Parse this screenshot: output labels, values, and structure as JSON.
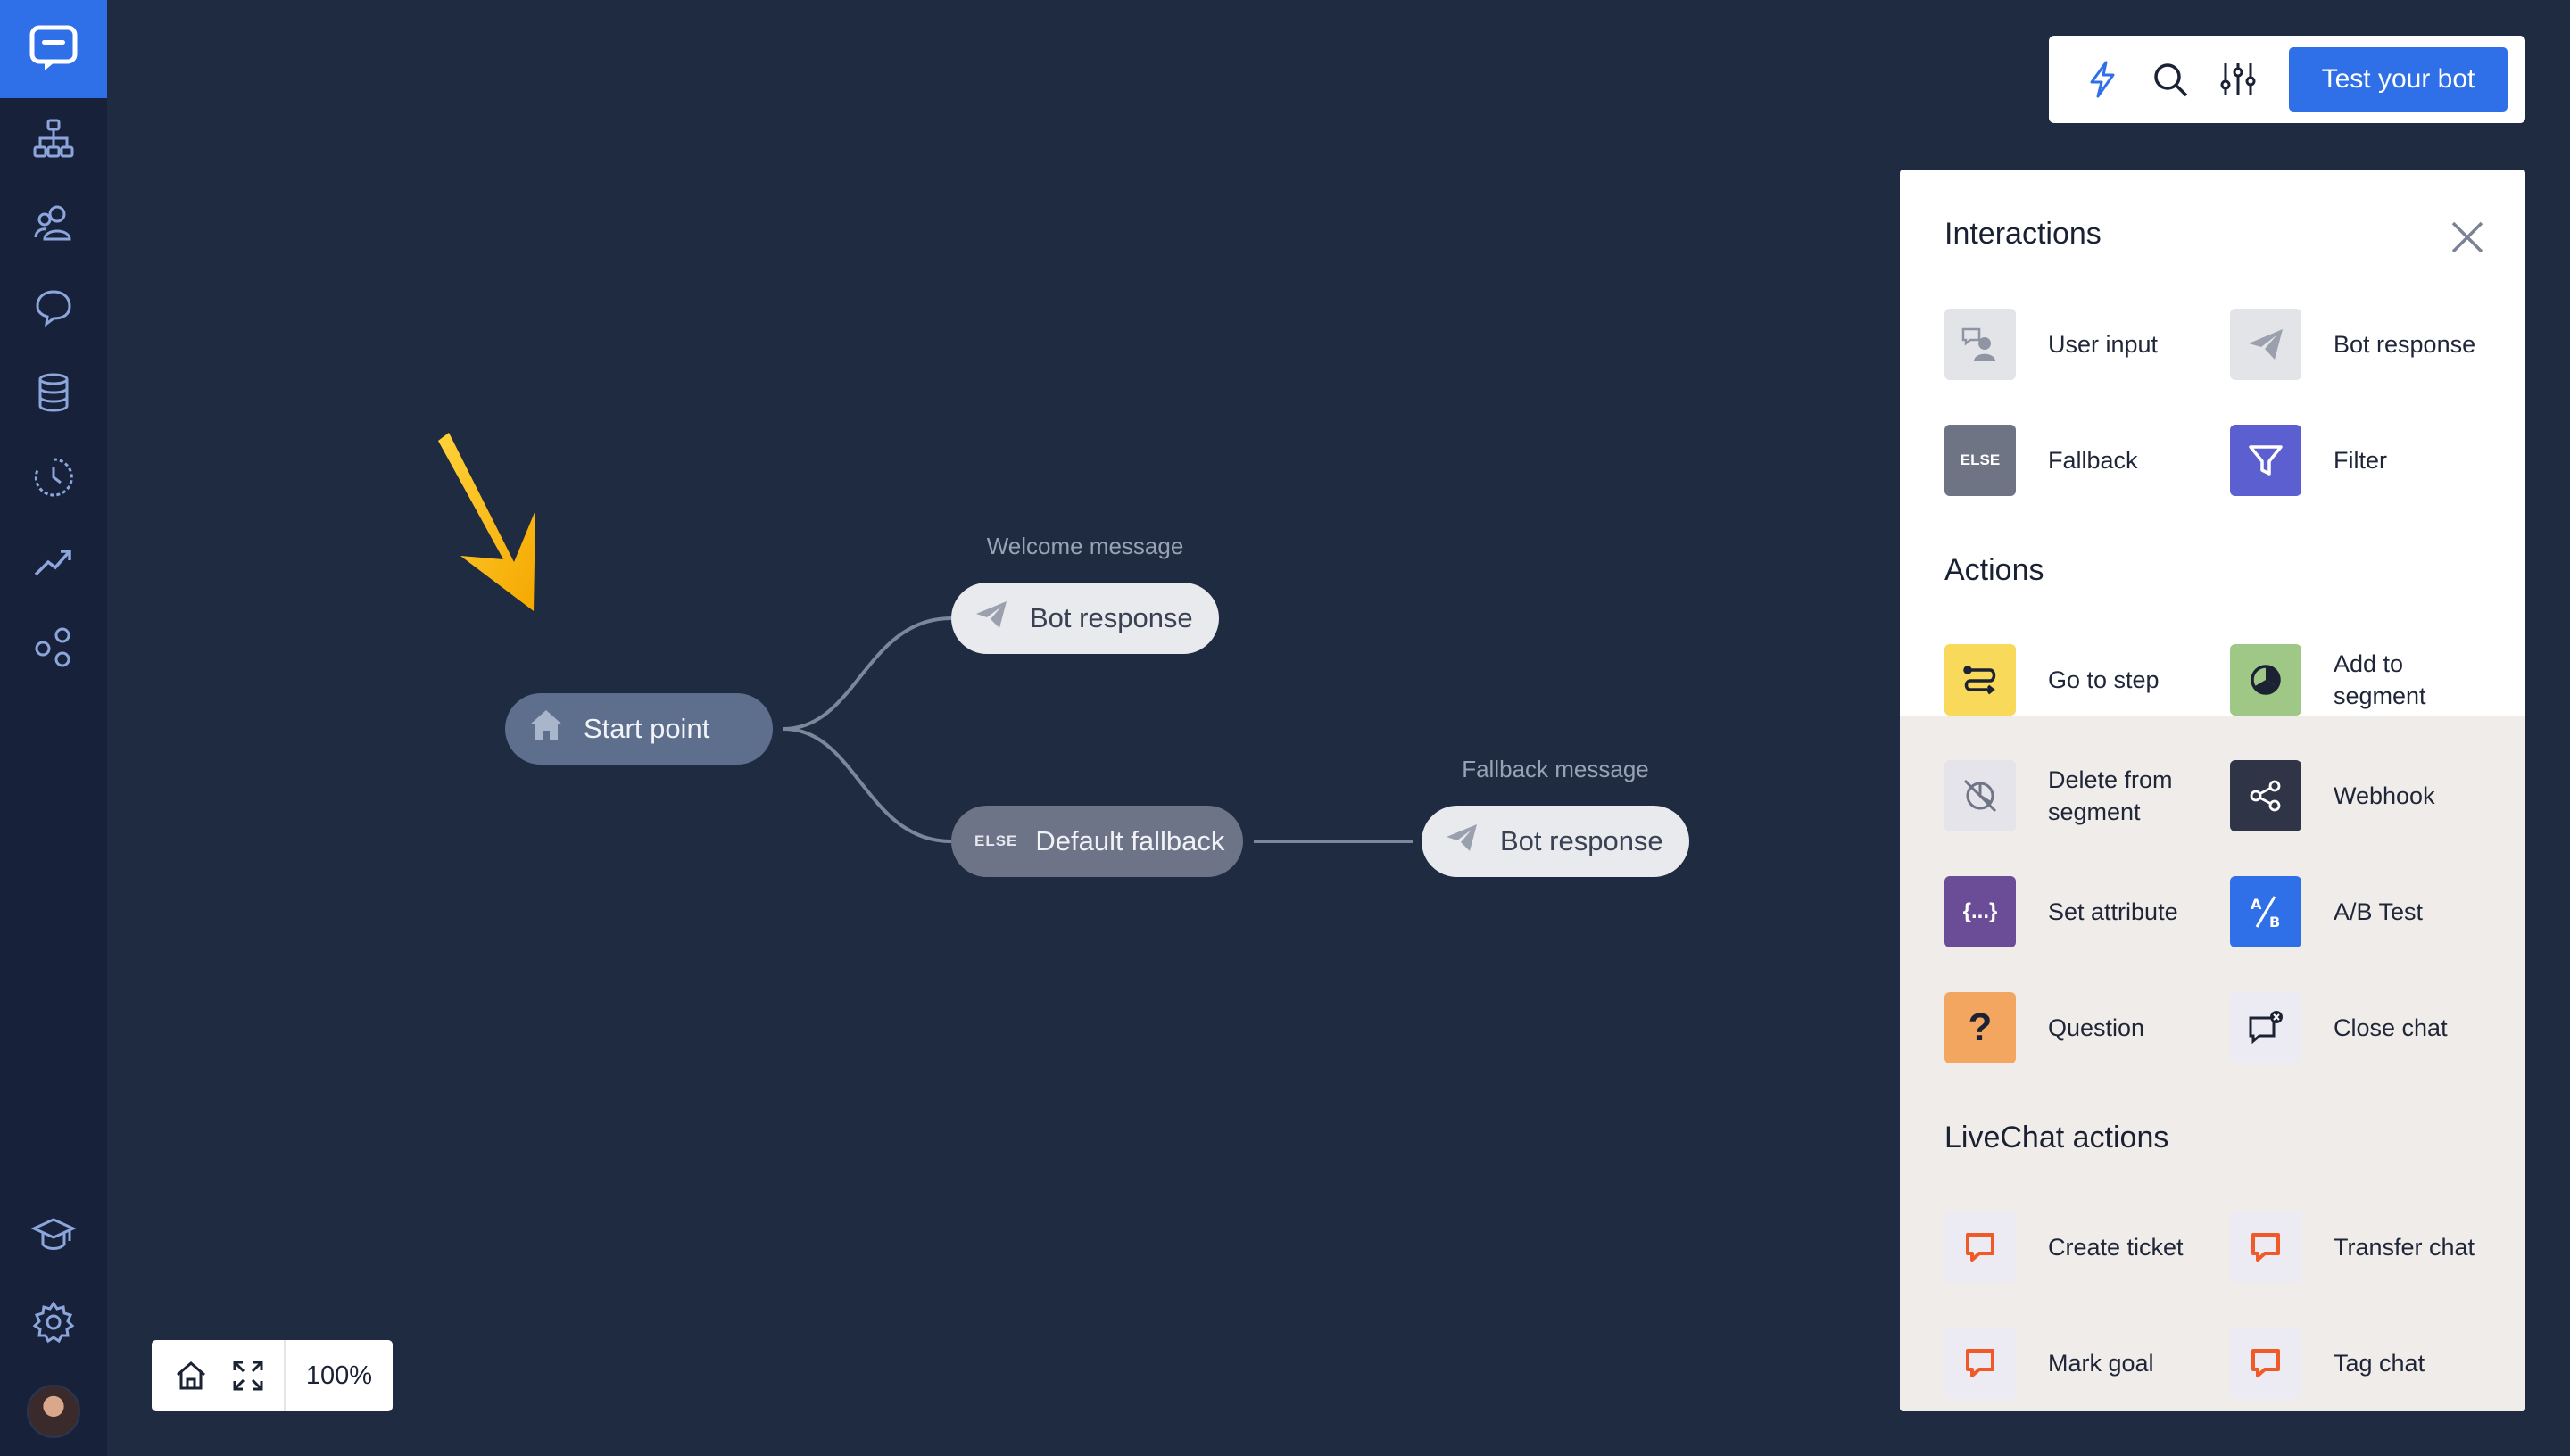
{
  "toolbar": {
    "test_button_label": "Test your bot",
    "icons": [
      "lightning-icon",
      "search-icon",
      "sliders-icon"
    ]
  },
  "sidebar": {
    "items": [
      {
        "name": "chatbot-logo-icon",
        "active": true
      },
      {
        "name": "stories-icon"
      },
      {
        "name": "audience-icon"
      },
      {
        "name": "responses-icon"
      },
      {
        "name": "database-icon"
      },
      {
        "name": "history-icon"
      },
      {
        "name": "reports-icon"
      },
      {
        "name": "integrations-icon"
      },
      {
        "name": "academy-icon"
      },
      {
        "name": "settings-icon"
      }
    ]
  },
  "canvas": {
    "start_node": {
      "label": "Start point"
    },
    "welcome": {
      "caption": "Welcome message",
      "label": "Bot response"
    },
    "default_fallback": {
      "tag": "ELSE",
      "label": "Default fallback"
    },
    "fallback": {
      "caption": "Fallback message",
      "label": "Bot response"
    }
  },
  "zoom": {
    "value": "100%"
  },
  "panel": {
    "sections": {
      "interactions": "Interactions",
      "actions": "Actions",
      "livechat": "LiveChat actions"
    },
    "interactions": [
      {
        "label": "User input",
        "icon": "user-input-icon"
      },
      {
        "label": "Bot response",
        "icon": "paper-plane-icon"
      },
      {
        "label": "Fallback",
        "icon": "else-icon",
        "tag": "ELSE"
      },
      {
        "label": "Filter",
        "icon": "filter-icon"
      }
    ],
    "actions": [
      {
        "label": "Go to step",
        "icon": "go-to-step-icon"
      },
      {
        "label": "Add to segment",
        "icon": "segment-add-icon"
      },
      {
        "label": "Delete from segment",
        "icon": "segment-delete-icon"
      },
      {
        "label": "Webhook",
        "icon": "webhook-icon"
      },
      {
        "label": "Set attribute",
        "icon": "attribute-icon",
        "tag": "{...}"
      },
      {
        "label": "A/B Test",
        "icon": "ab-test-icon"
      },
      {
        "label": "Question",
        "icon": "question-icon",
        "tag": "?"
      },
      {
        "label": "Close chat",
        "icon": "close-chat-icon"
      }
    ],
    "livechat_actions": [
      {
        "label": "Create ticket",
        "icon": "livechat-icon"
      },
      {
        "label": "Transfer chat",
        "icon": "livechat-icon"
      },
      {
        "label": "Mark goal",
        "icon": "livechat-icon"
      },
      {
        "label": "Tag chat",
        "icon": "livechat-icon"
      }
    ]
  },
  "colors": {
    "background": "#1f2b40",
    "sidebar": "#17213a",
    "accent": "#2f70e8",
    "livechat_orange": "#f05a28"
  }
}
